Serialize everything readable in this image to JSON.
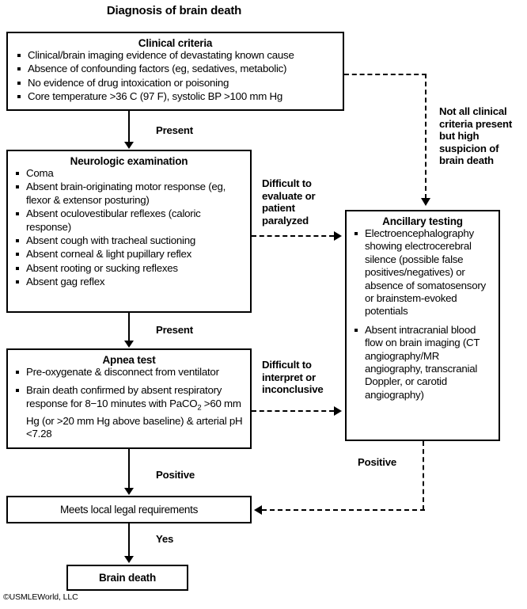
{
  "title": "Diagnosis of brain death",
  "copyright": "©USMLEWorld, LLC",
  "nodes": {
    "clinical": {
      "title": "Clinical criteria",
      "items": [
        "Clinical/brain imaging evidence of devastating known cause",
        "Absence of confounding factors (eg, sedatives, metabolic)",
        "No evidence of drug intoxication or poisoning",
        "Core temperature >36 C (97 F), systolic BP >100 mm Hg"
      ]
    },
    "neuro": {
      "title": "Neurologic examination",
      "items": [
        "Coma",
        "Absent brain-originating motor response (eg, flexor & extensor posturing)",
        "Absent oculovestibular reflexes (caloric response)",
        "Absent cough with tracheal suctioning",
        "Absent corneal & light pupillary reflex",
        "Absent rooting or sucking reflexes",
        "Absent gag reflex"
      ]
    },
    "apnea": {
      "title": "Apnea test",
      "items": [
        "Pre-oxygenate & disconnect from ventilator",
        "Brain death confirmed by absent respiratory response for 8−10 minutes with PaCO2 >60 mm Hg (or >20 mm Hg above baseline) & arterial pH <7.28"
      ]
    },
    "ancillary": {
      "title": "Ancillary testing",
      "items": [
        "Electroencephalography showing electrocerebral silence (possible false positives/negatives) or absence of somatosensory or brainstem-evoked potentials",
        "Absent intracranial blood flow on brain imaging (CT angiography/MR angiography, transcranial Doppler, or carotid angiography)"
      ]
    },
    "legal": {
      "label": "Meets local legal requirements"
    },
    "braindeath": {
      "label": "Brain death"
    }
  },
  "edges": {
    "clinical_to_neuro": "Present",
    "neuro_to_apnea": "Present",
    "apnea_to_legal": "Positive",
    "legal_to_braindeath": "Yes",
    "clinical_to_ancillary": "Not all clinical criteria present but high suspicion of brain death",
    "neuro_to_ancillary": "Difficult to evaluate or patient paralyzed",
    "apnea_to_ancillary": "Difficult to interpret or inconclusive",
    "ancillary_to_legal": "Positive"
  },
  "colors": {
    "line": "#000000",
    "background": "#ffffff",
    "text": "#000000"
  }
}
